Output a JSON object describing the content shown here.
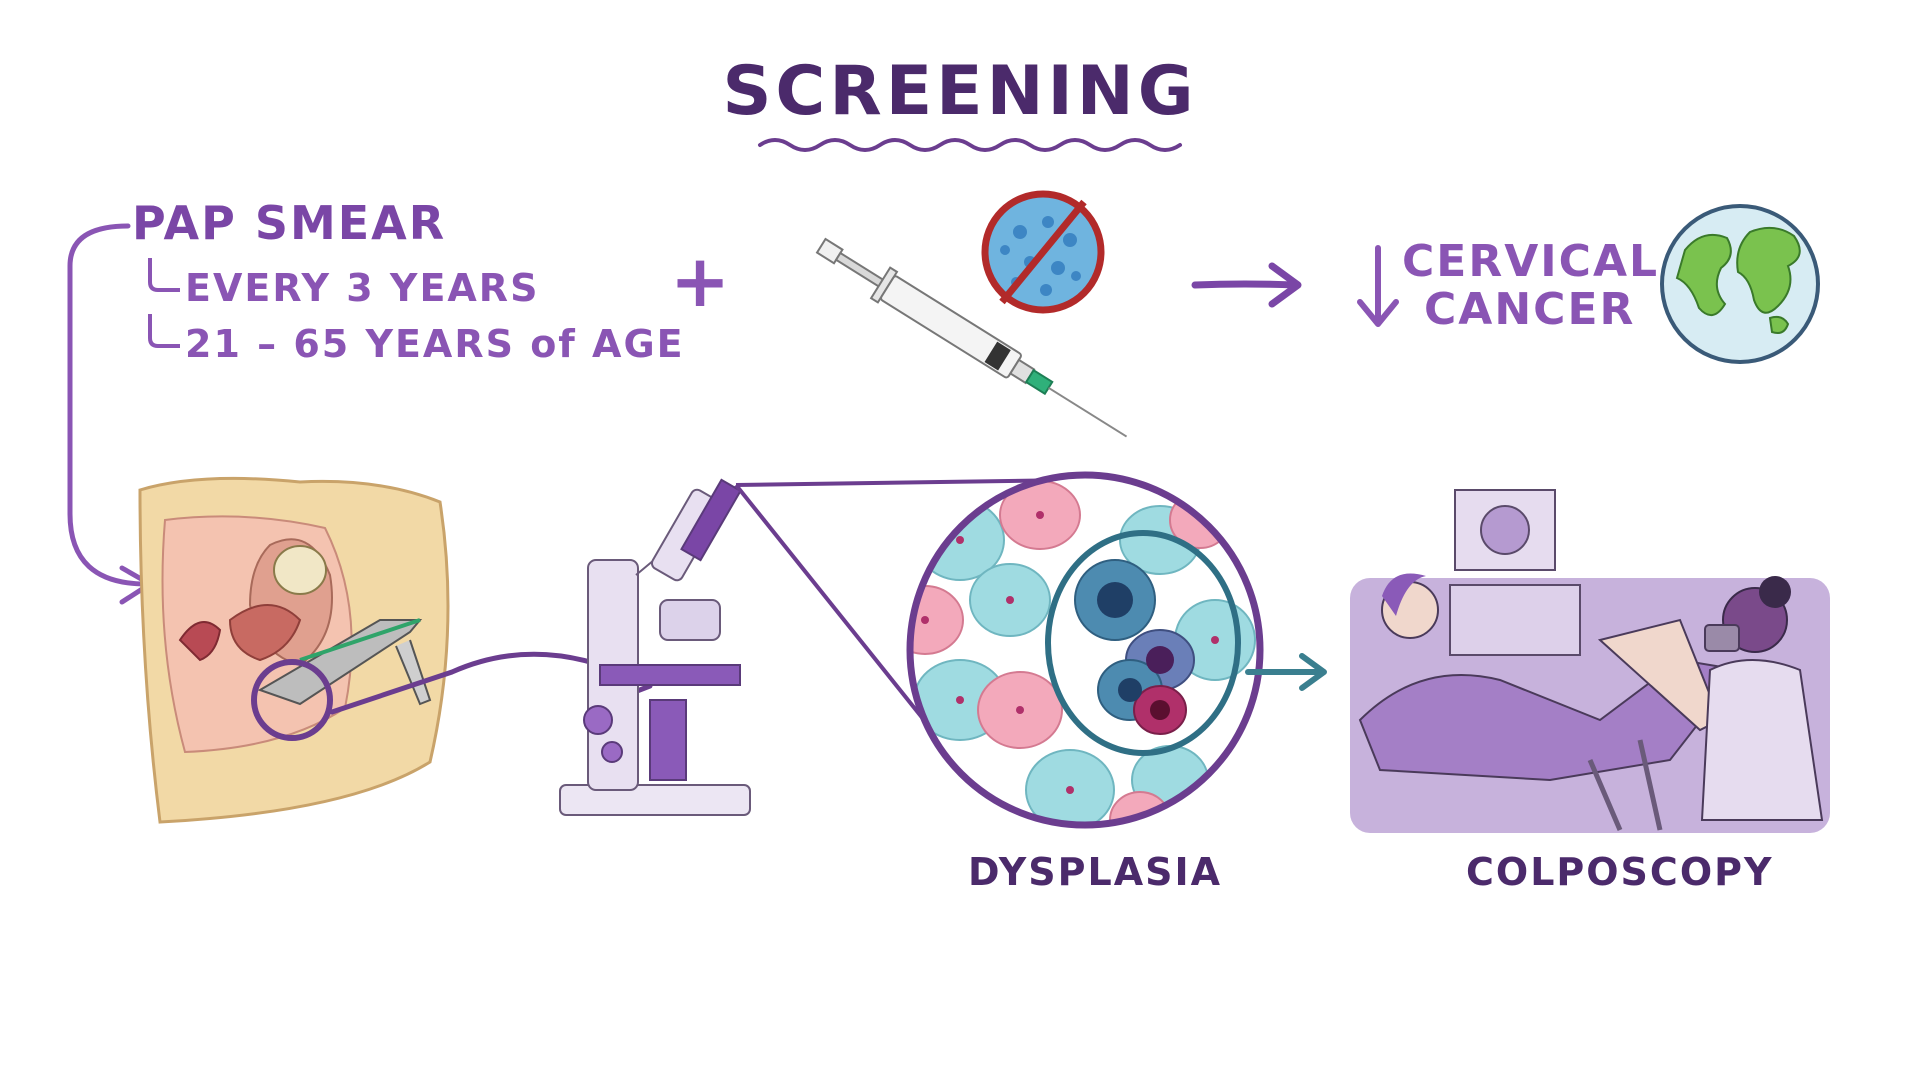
{
  "title": "SCREENING",
  "pap_smear": {
    "label": "PAP SMEAR",
    "frequency": "EVERY 3 YEARS",
    "age_range": "21 – 65 YEARS of AGE"
  },
  "plus_sign": "+",
  "outcome": {
    "line1": "CERVICAL",
    "line2": "CANCER"
  },
  "labels": {
    "dysplasia": "DYSPLASIA",
    "colposcopy": "COLPOSCOPY"
  },
  "icons": [
    "syringe-icon",
    "no-virus-icon",
    "globe-icon",
    "microscope-icon",
    "down-arrow-icon",
    "right-arrow-icon"
  ],
  "colors": {
    "accent": "#7a46a6",
    "title": "#4b2a6b",
    "teal": "#3a7f8f",
    "red": "#b22a2a"
  }
}
